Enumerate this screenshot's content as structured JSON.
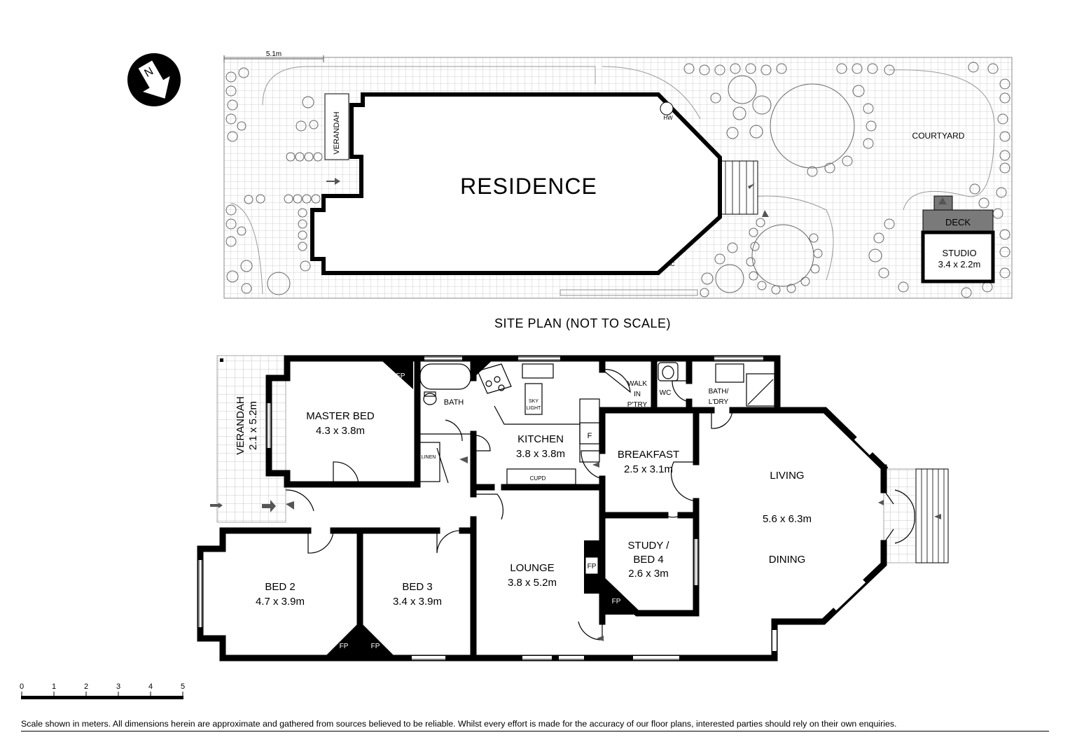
{
  "site_plan": {
    "dimension_label": "5.1m",
    "residence": "RESIDENCE",
    "verandah": "VERANDAH",
    "hw": "HW",
    "ac": "AC",
    "courtyard": "COURTYARD",
    "deck": "DECK",
    "studio_name": "STUDIO",
    "studio_size": "3.4 x 2.2m",
    "caption": "SITE PLAN (NOT TO SCALE)"
  },
  "compass": {
    "letter": "N"
  },
  "floor_plan": {
    "verandah_name": "VERANDAH",
    "verandah_size": "2.1 x 5.2m",
    "master_bed_name": "MASTER BED",
    "master_bed_size": "4.3 x 3.8m",
    "bath": "BATH",
    "linen": "LINEN",
    "kitchen_name": "KITCHEN",
    "kitchen_size": "3.8 x 3.8m",
    "sky_light_1": "SKY",
    "sky_light_2": "LIGHT",
    "cupd": "CUPD",
    "fridge": "F",
    "walk_in_1": "WALK",
    "walk_in_2": "IN",
    "walk_in_3": "P'TRY",
    "wc": "WC",
    "bath_ldry_1": "BATH/",
    "bath_ldry_2": "L'DRY",
    "breakfast_name": "BREAKFAST",
    "breakfast_size": "2.5 x 3.1m",
    "living_name": "LIVING",
    "living_size": "5.6 x 6.3m",
    "dining_name": "DINING",
    "study_name": "STUDY /",
    "study_name_2": "BED 4",
    "study_size": "2.6 x 3m",
    "lounge_name": "LOUNGE",
    "lounge_size": "3.8 x 5.2m",
    "bed2_name": "BED 2",
    "bed2_size": "4.7 x 3.9m",
    "bed3_name": "BED 3",
    "bed3_size": "3.4 x 3.9m",
    "fp": "FP"
  },
  "scale_bar": {
    "ticks": [
      "0",
      "1",
      "2",
      "3",
      "4",
      "5"
    ]
  },
  "disclaimer": "Scale shown in meters. All dimensions herein are approximate and gathered from sources believed to be  reliable. Whilst every effort is made for the accuracy of our floor plans, interested parties should rely on their own enquiries."
}
